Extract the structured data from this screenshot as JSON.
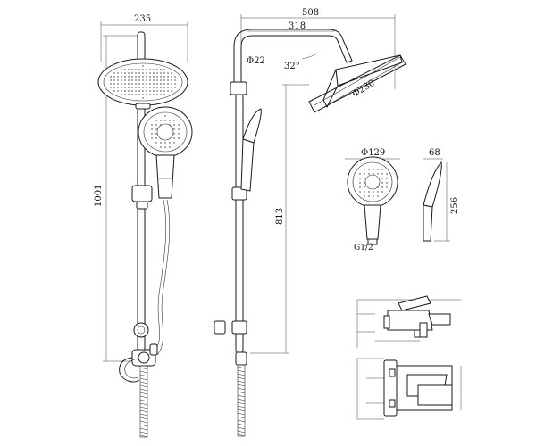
{
  "dimensions": {
    "head_width": "235",
    "height": "1001",
    "total_reach": "508",
    "arm_reach": "318",
    "pipe_diameter": "Φ22",
    "angle": "32°",
    "head_diameter": "Φ230",
    "column_height": "813",
    "hand_diameter": "Φ129",
    "hand_depth": "68",
    "hand_length": "256",
    "thread": "G1/2"
  },
  "colors": {
    "line": "#1a1a1a",
    "background": "#ffffff"
  }
}
